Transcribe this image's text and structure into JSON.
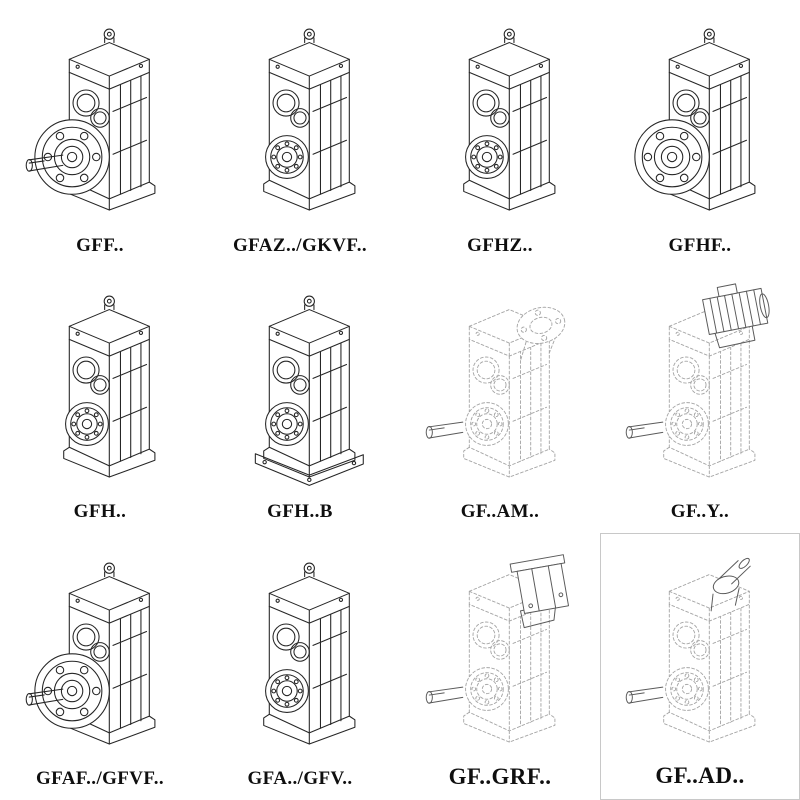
{
  "theme": {
    "page_bg": "#ffffff",
    "line_solid": "#262626",
    "line_dashed": "#a6a6a6",
    "line_accent": "#5a5a5a",
    "label_color": "#0f0f0f",
    "frame_border": "#c8c8c8"
  },
  "catalog": {
    "items": [
      {
        "label": "GFF..",
        "drawing": "gearbox-output-flange-with-shaft",
        "line_style": "solid"
      },
      {
        "label": "GFAZ../GKVF..",
        "drawing": "gearbox-hollow-output-bearing",
        "line_style": "solid"
      },
      {
        "label": "GFHZ..",
        "drawing": "gearbox-hollow-output-bearing",
        "line_style": "solid"
      },
      {
        "label": "GFHF..",
        "drawing": "gearbox-output-flange",
        "line_style": "solid"
      },
      {
        "label": "GFH..",
        "drawing": "gearbox-hollow-output-bearing",
        "line_style": "solid"
      },
      {
        "label": "GFH..B",
        "drawing": "gearbox-hollow-output-bearing-base",
        "line_style": "solid"
      },
      {
        "label": "GF..AM..",
        "drawing": "gearbox-motor-adapter-flange",
        "line_style": "dashed"
      },
      {
        "label": "GF..Y..",
        "drawing": "gearbox-with-mounted-motor",
        "line_style": "dashed"
      },
      {
        "label": "GFAF../GFVF..",
        "drawing": "gearbox-output-flange-with-shaft",
        "line_style": "solid"
      },
      {
        "label": "GFA../GFV..",
        "drawing": "gearbox-hollow-output-bearing",
        "line_style": "solid"
      },
      {
        "label": "GF..GRF..",
        "drawing": "gearbox-input-adapter-box",
        "line_style": "dashed"
      },
      {
        "label": "GF..AD..",
        "drawing": "gearbox-input-shaft-adapter",
        "line_style": "dashed"
      }
    ]
  }
}
